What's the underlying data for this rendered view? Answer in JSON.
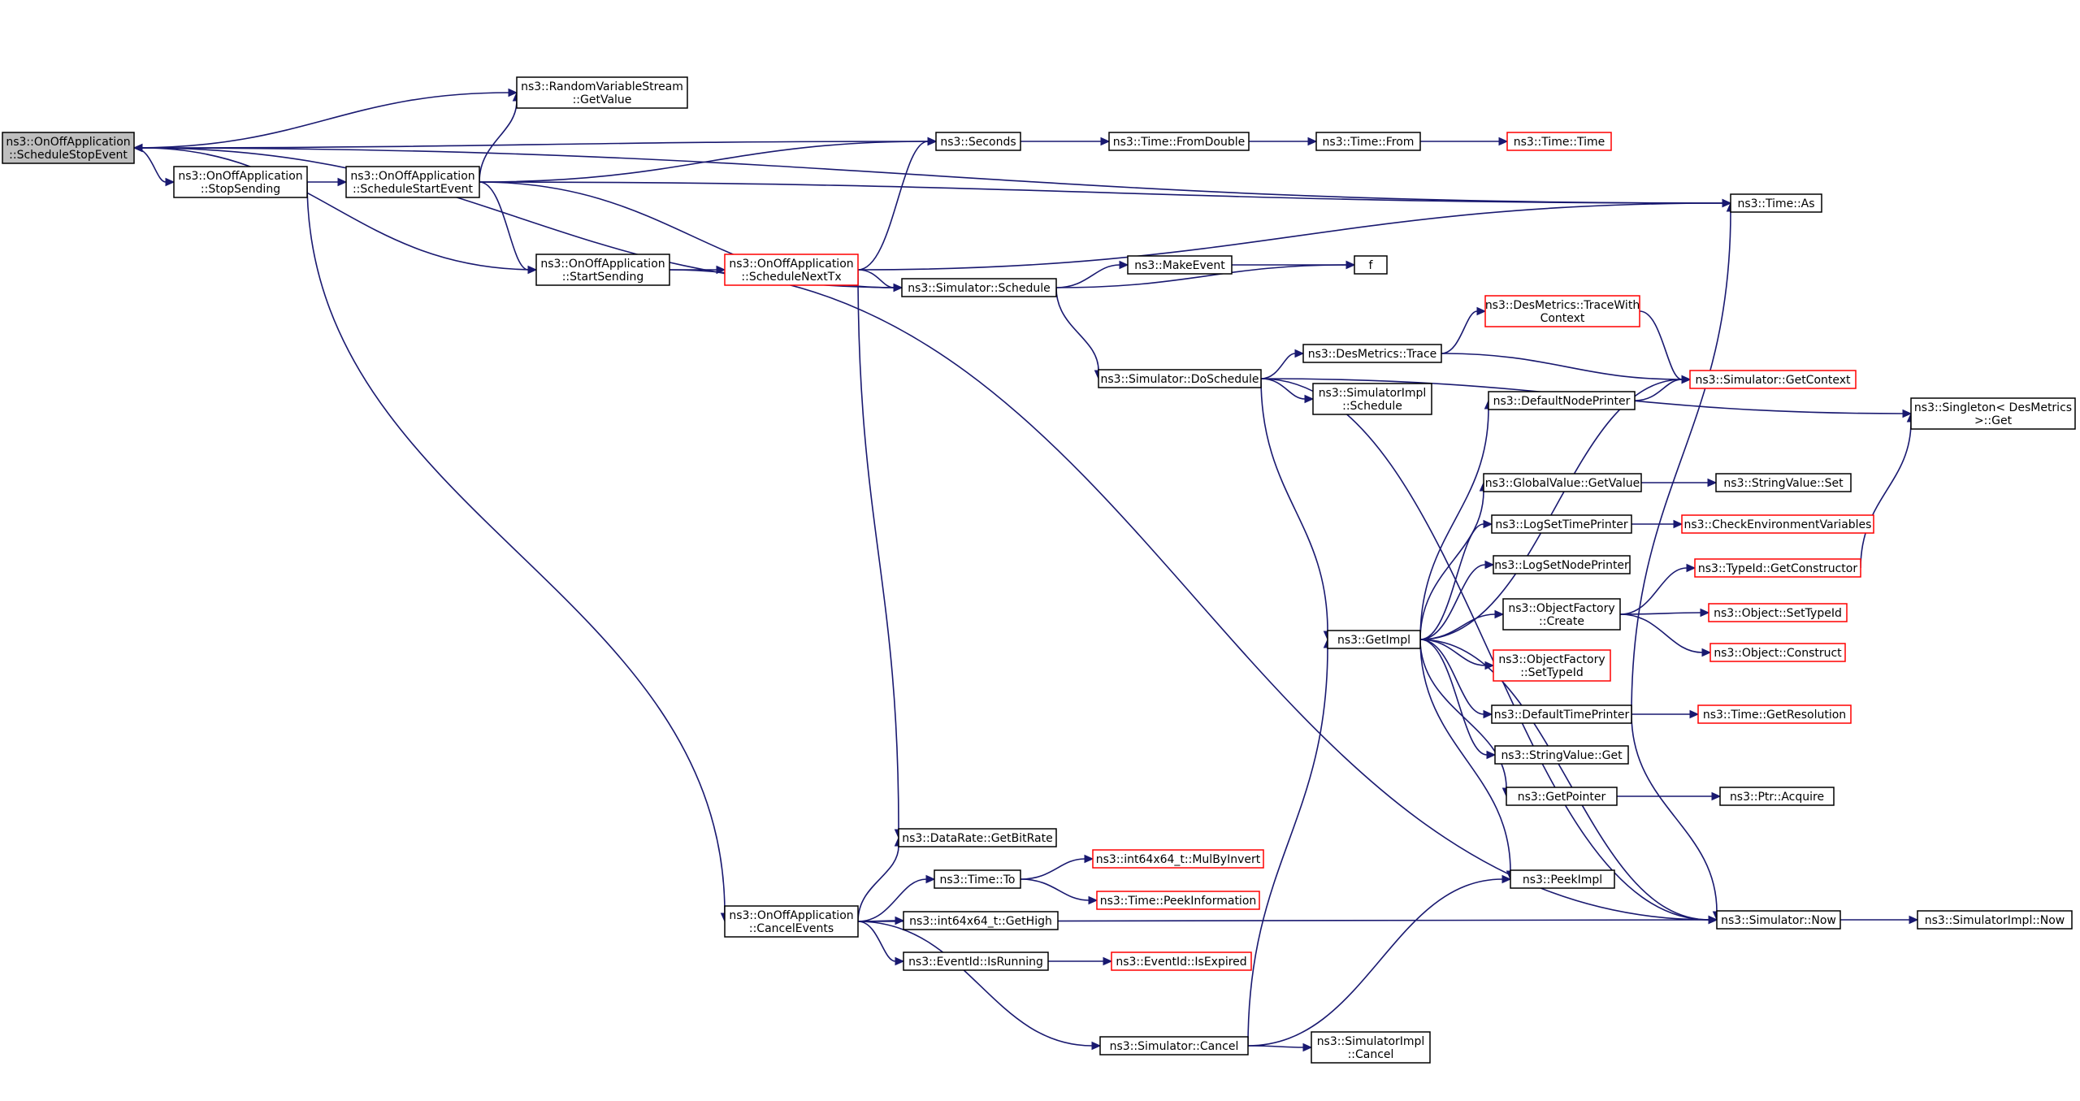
{
  "colors": {
    "edge": "#191970",
    "node_border": "#000000",
    "node_border_incomplete": "#ff0000",
    "root_fill": "#bfbfbf",
    "node_fill": "#ffffff"
  },
  "nodes": [
    {
      "id": "root",
      "lines": [
        "ns3::OnOffApplication",
        "::ScheduleStopEvent"
      ],
      "style": "root"
    },
    {
      "id": "stopsending",
      "lines": [
        "ns3::OnOffApplication",
        "::StopSending"
      ],
      "style": "normal"
    },
    {
      "id": "rvs",
      "lines": [
        "ns3::RandomVariableStream",
        "::GetValue"
      ],
      "style": "normal"
    },
    {
      "id": "schedstart",
      "lines": [
        "ns3::OnOffApplication",
        "::ScheduleStartEvent"
      ],
      "style": "normal"
    },
    {
      "id": "startsending",
      "lines": [
        "ns3::OnOffApplication",
        "::StartSending"
      ],
      "style": "normal"
    },
    {
      "id": "schednexttx",
      "lines": [
        "ns3::OnOffApplication",
        "::ScheduleNextTx"
      ],
      "style": "incomplete"
    },
    {
      "id": "seconds",
      "lines": [
        "ns3::Seconds"
      ],
      "style": "normal"
    },
    {
      "id": "fromdouble",
      "lines": [
        "ns3::Time::FromDouble"
      ],
      "style": "normal"
    },
    {
      "id": "timefrom",
      "lines": [
        "ns3::Time::From"
      ],
      "style": "normal"
    },
    {
      "id": "timetime",
      "lines": [
        "ns3::Time::Time"
      ],
      "style": "incomplete"
    },
    {
      "id": "timeas",
      "lines": [
        "ns3::Time::As"
      ],
      "style": "normal"
    },
    {
      "id": "simschedule",
      "lines": [
        "ns3::Simulator::Schedule"
      ],
      "style": "normal"
    },
    {
      "id": "makeevent",
      "lines": [
        "ns3::MakeEvent"
      ],
      "style": "normal"
    },
    {
      "id": "f",
      "lines": [
        "f"
      ],
      "style": "normal"
    },
    {
      "id": "doschedule",
      "lines": [
        "ns3::Simulator::DoSchedule"
      ],
      "style": "normal"
    },
    {
      "id": "dmtrace",
      "lines": [
        "ns3::DesMetrics::Trace"
      ],
      "style": "normal"
    },
    {
      "id": "dmtracewith",
      "lines": [
        "ns3::DesMetrics::TraceWith",
        "Context"
      ],
      "style": "incomplete"
    },
    {
      "id": "simimplschedule",
      "lines": [
        "ns3::SimulatorImpl",
        "::Schedule"
      ],
      "style": "normal"
    },
    {
      "id": "getcontext",
      "lines": [
        "ns3::Simulator::GetContext"
      ],
      "style": "incomplete"
    },
    {
      "id": "singleton",
      "lines": [
        "ns3::Singleton< DesMetrics",
        " >::Get"
      ],
      "style": "normal"
    },
    {
      "id": "defnodeprinter",
      "lines": [
        "ns3::DefaultNodePrinter"
      ],
      "style": "normal"
    },
    {
      "id": "gvgetvalue",
      "lines": [
        "ns3::GlobalValue::GetValue"
      ],
      "style": "normal"
    },
    {
      "id": "svset",
      "lines": [
        "ns3::StringValue::Set"
      ],
      "style": "normal"
    },
    {
      "id": "logsettime",
      "lines": [
        "ns3::LogSetTimePrinter"
      ],
      "style": "normal"
    },
    {
      "id": "checkenv",
      "lines": [
        "ns3::CheckEnvironmentVariables"
      ],
      "style": "incomplete"
    },
    {
      "id": "logsetnode",
      "lines": [
        "ns3::LogSetNodePrinter"
      ],
      "style": "normal"
    },
    {
      "id": "getctor",
      "lines": [
        "ns3::TypeId::GetConstructor"
      ],
      "style": "incomplete"
    },
    {
      "id": "ofcreate",
      "lines": [
        "ns3::ObjectFactory",
        "::Create"
      ],
      "style": "normal"
    },
    {
      "id": "objsettypeid",
      "lines": [
        "ns3::Object::SetTypeId"
      ],
      "style": "incomplete"
    },
    {
      "id": "objconstruct",
      "lines": [
        "ns3::Object::Construct"
      ],
      "style": "incomplete"
    },
    {
      "id": "getimpl",
      "lines": [
        "ns3::GetImpl"
      ],
      "style": "normal"
    },
    {
      "id": "ofsettypeid",
      "lines": [
        "ns3::ObjectFactory",
        "::SetTypeId"
      ],
      "style": "incomplete"
    },
    {
      "id": "deftimeprinter",
      "lines": [
        "ns3::DefaultTimePrinter"
      ],
      "style": "normal"
    },
    {
      "id": "getres",
      "lines": [
        "ns3::Time::GetResolution"
      ],
      "style": "incomplete"
    },
    {
      "id": "svget",
      "lines": [
        "ns3::StringValue::Get"
      ],
      "style": "normal"
    },
    {
      "id": "getpointer",
      "lines": [
        "ns3::GetPointer"
      ],
      "style": "normal"
    },
    {
      "id": "ptracquire",
      "lines": [
        "ns3::Ptr::Acquire"
      ],
      "style": "normal"
    },
    {
      "id": "peekimpl",
      "lines": [
        "ns3::PeekImpl"
      ],
      "style": "normal"
    },
    {
      "id": "simnow",
      "lines": [
        "ns3::Simulator::Now"
      ],
      "style": "normal"
    },
    {
      "id": "simimplnow",
      "lines": [
        "ns3::SimulatorImpl::Now"
      ],
      "style": "normal"
    },
    {
      "id": "getbitrate",
      "lines": [
        "ns3::DataRate::GetBitRate"
      ],
      "style": "normal"
    },
    {
      "id": "timeto",
      "lines": [
        "ns3::Time::To"
      ],
      "style": "normal"
    },
    {
      "id": "mulbyinvert",
      "lines": [
        "ns3::int64x64_t::MulByInvert"
      ],
      "style": "incomplete"
    },
    {
      "id": "peekinfo",
      "lines": [
        "ns3::Time::PeekInformation"
      ],
      "style": "incomplete"
    },
    {
      "id": "gethigh",
      "lines": [
        "ns3::int64x64_t::GetHigh"
      ],
      "style": "normal"
    },
    {
      "id": "cancelevents",
      "lines": [
        "ns3::OnOffApplication",
        "::CancelEvents"
      ],
      "style": "normal"
    },
    {
      "id": "isrunning",
      "lines": [
        "ns3::EventId::IsRunning"
      ],
      "style": "normal"
    },
    {
      "id": "isexpired",
      "lines": [
        "ns3::EventId::IsExpired"
      ],
      "style": "incomplete"
    },
    {
      "id": "simcancel",
      "lines": [
        "ns3::Simulator::Cancel"
      ],
      "style": "normal"
    },
    {
      "id": "simimplcancel",
      "lines": [
        "ns3::SimulatorImpl",
        "::Cancel"
      ],
      "style": "normal"
    }
  ],
  "edges": [
    [
      "root",
      "stopsending"
    ],
    [
      "root",
      "rvs"
    ],
    [
      "root",
      "seconds"
    ],
    [
      "root",
      "timeas"
    ],
    [
      "stopsending",
      "schedstart"
    ],
    [
      "stopsending",
      "cancelevents"
    ],
    [
      "schedstart",
      "rvs"
    ],
    [
      "schedstart",
      "seconds"
    ],
    [
      "schedstart",
      "timeas"
    ],
    [
      "schedstart",
      "simschedule"
    ],
    [
      "schedstart",
      "startsending"
    ],
    [
      "startsending",
      "root"
    ],
    [
      "startsending",
      "schednexttx"
    ],
    [
      "startsending",
      "simnow"
    ],
    [
      "schednexttx",
      "seconds"
    ],
    [
      "schednexttx",
      "simschedule"
    ],
    [
      "schednexttx",
      "timeas"
    ],
    [
      "schednexttx",
      "getbitrate"
    ],
    [
      "simschedule",
      "root"
    ],
    [
      "simschedule",
      "makeevent"
    ],
    [
      "simschedule",
      "f"
    ],
    [
      "simschedule",
      "doschedule"
    ],
    [
      "seconds",
      "fromdouble"
    ],
    [
      "fromdouble",
      "timefrom"
    ],
    [
      "timefrom",
      "timetime"
    ],
    [
      "makeevent",
      "f"
    ],
    [
      "doschedule",
      "dmtrace"
    ],
    [
      "doschedule",
      "simimplschedule"
    ],
    [
      "doschedule",
      "singleton"
    ],
    [
      "doschedule",
      "getimpl"
    ],
    [
      "doschedule",
      "simnow"
    ],
    [
      "dmtrace",
      "dmtracewith"
    ],
    [
      "dmtrace",
      "getcontext"
    ],
    [
      "dmtracewith",
      "getcontext"
    ],
    [
      "getimpl",
      "defnodeprinter"
    ],
    [
      "getimpl",
      "getcontext"
    ],
    [
      "getimpl",
      "gvgetvalue"
    ],
    [
      "getimpl",
      "logsettime"
    ],
    [
      "getimpl",
      "logsetnode"
    ],
    [
      "getimpl",
      "ofcreate"
    ],
    [
      "getimpl",
      "ofsettypeid"
    ],
    [
      "getimpl",
      "deftimeprinter"
    ],
    [
      "getimpl",
      "svget"
    ],
    [
      "getimpl",
      "getpointer"
    ],
    [
      "getimpl",
      "peekimpl"
    ],
    [
      "getimpl",
      "simnow"
    ],
    [
      "defnodeprinter",
      "getcontext"
    ],
    [
      "gvgetvalue",
      "svset"
    ],
    [
      "logsettime",
      "checkenv"
    ],
    [
      "ofcreate",
      "getctor"
    ],
    [
      "ofcreate",
      "objsettypeid"
    ],
    [
      "ofcreate",
      "objconstruct"
    ],
    [
      "getctor",
      "singleton"
    ],
    [
      "deftimeprinter",
      "getres"
    ],
    [
      "deftimeprinter",
      "timeas"
    ],
    [
      "deftimeprinter",
      "simnow"
    ],
    [
      "getpointer",
      "ptracquire"
    ],
    [
      "simnow",
      "simimplnow"
    ],
    [
      "cancelevents",
      "getbitrate"
    ],
    [
      "cancelevents",
      "timeto"
    ],
    [
      "cancelevents",
      "gethigh"
    ],
    [
      "cancelevents",
      "isrunning"
    ],
    [
      "cancelevents",
      "simcancel"
    ],
    [
      "cancelevents",
      "simnow"
    ],
    [
      "timeto",
      "mulbyinvert"
    ],
    [
      "timeto",
      "peekinfo"
    ],
    [
      "isrunning",
      "isexpired"
    ],
    [
      "simcancel",
      "getimpl"
    ],
    [
      "simcancel",
      "simimplcancel"
    ],
    [
      "simcancel",
      "peekimpl"
    ]
  ]
}
